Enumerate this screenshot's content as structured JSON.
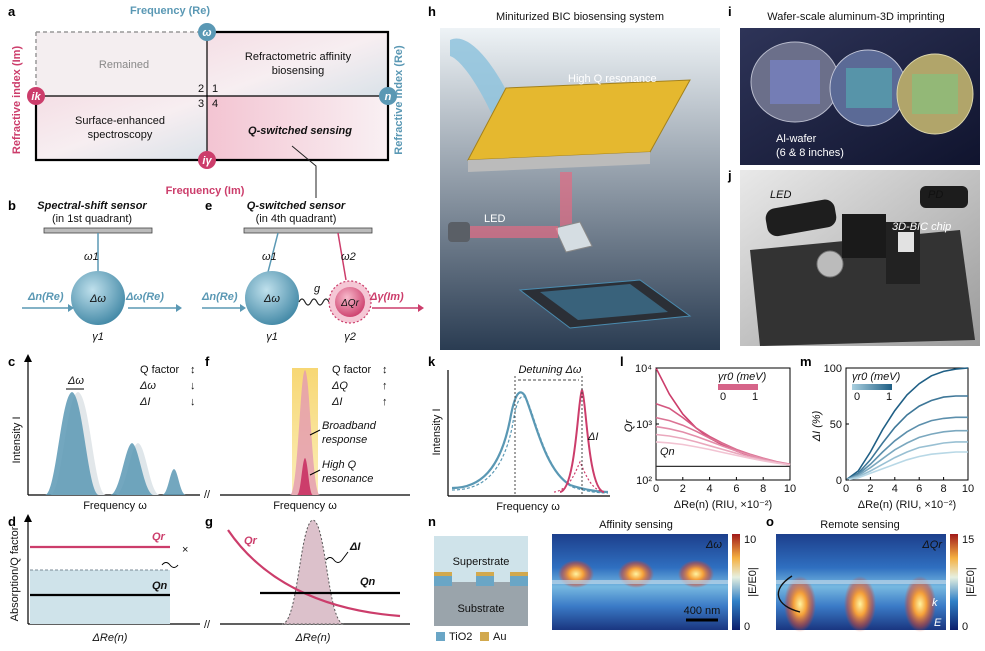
{
  "panel_labels": {
    "a": "a",
    "b": "b",
    "c": "c",
    "d": "d",
    "e": "e",
    "f": "f",
    "g": "g",
    "h": "h",
    "i": "i",
    "j": "j",
    "k": "k",
    "l": "l",
    "m": "m",
    "n": "n",
    "o": "o"
  },
  "panel_a": {
    "top_axis": "Frequency (Re)",
    "bottom_axis": "Frequency (Im)",
    "left_axis": "Refractive index (Im)",
    "right_axis": "Refractive index (Re)",
    "node_top": "ω",
    "node_left": "ik",
    "node_right": "n",
    "node_bottom": "iγ",
    "quadrants": [
      "1",
      "2",
      "3",
      "4"
    ],
    "q2_label": "Remained",
    "q1_label_1": "Refractometric affinity",
    "q1_label_2": "biosensing",
    "q3_label_1": "Surface-enhanced",
    "q3_label_2": "spectroscopy",
    "q4_label": "Q-switched sensing"
  },
  "panel_b": {
    "title": "Spectral-shift sensor",
    "subtitle": "(in 1st quadrant)",
    "omega": "ω1",
    "center": "Δω",
    "gamma": "γ1",
    "input": "Δn(Re)",
    "output": "Δω(Re)"
  },
  "panel_e": {
    "title": "Q-switched sensor",
    "subtitle": "(in 4th quadrant)",
    "omega1": "ω1",
    "omega2": "ω2",
    "coupling": "g",
    "center1": "Δω",
    "center2": "ΔQr",
    "gamma1": "γ1",
    "gamma2": "γ2",
    "input": "Δn(Re)",
    "output": "Δγ(Im)"
  },
  "panel_c": {
    "ylabel": "Intensity I",
    "xlabel": "Frequency ω",
    "shift_label": "Δω",
    "legend": [
      "Q factor",
      "Δω",
      "ΔI"
    ]
  },
  "panel_f": {
    "xlabel": "Frequency ω",
    "legend": [
      "Q factor",
      "ΔQ",
      "ΔI"
    ],
    "note1_1": "Broadband",
    "note1_2": "response",
    "note2_1": "High Q",
    "note2_2": "resonance"
  },
  "panel_d": {
    "ylabel": "Absorption/Q factor",
    "xlabel": "ΔRe(n)",
    "qr": "Qr",
    "qn": "Qn"
  },
  "panel_g": {
    "xlabel": "ΔRe(n)",
    "qr": "Qr",
    "qn": "Qn",
    "di": "ΔI"
  },
  "panel_h": {
    "title": "Miniturized BIC biosensing system",
    "label_q": "High Q resonance",
    "label_led": "LED"
  },
  "panel_i": {
    "title": "Wafer-scale aluminum-3D imprinting",
    "wafer_1": "Al-wafer",
    "wafer_2": "(6 & 8 inches)"
  },
  "panel_j": {
    "led": "LED",
    "pd": "PD",
    "chip": "3D-BIC chip"
  },
  "panel_k": {
    "ylabel": "Intensity I",
    "xlabel": "Frequency ω",
    "detuning": "Detuning Δω",
    "di": "ΔI"
  },
  "panel_n": {
    "superstrate": "Superstrate",
    "substrate": "Substrate",
    "legend_tio2": "TiO2",
    "legend_au": "Au",
    "map_title": "Affinity sensing",
    "scale_bar": "400 nm",
    "cb_max": "10",
    "cb_min": "0",
    "cb_label": "|E/E0|",
    "tag": "Δω"
  },
  "panel_o": {
    "map_title": "Remote sensing",
    "cb_max": "15",
    "cb_min": "0",
    "cb_label": "|E/E0|",
    "tag": "ΔQr",
    "k": "k",
    "e": "E"
  },
  "colors": {
    "blue": "#5a98b4",
    "pink": "#cc3d6b",
    "lightblue": "#cfe3ea",
    "lightpink": "#f5dce4"
  },
  "chart_data": [
    {
      "id": "panel_l",
      "type": "line",
      "xlabel": "ΔRe(n) (RIU, ×10⁻²)",
      "ylabel": "Qr",
      "xlim": [
        0,
        10
      ],
      "ylim": [
        100,
        10000
      ],
      "yscale": "log",
      "xticks": [
        "0",
        "2",
        "4",
        "6",
        "8",
        "10"
      ],
      "yticks": [
        "10²",
        "10³",
        "10⁴"
      ],
      "legend_title": "γr0 (meV)",
      "legend_min": "0",
      "legend_max": "1",
      "baseline_label": "Qn",
      "baseline": 175,
      "x": [
        0,
        1,
        2,
        3,
        4,
        5,
        6,
        7,
        8,
        9,
        10
      ],
      "series": [
        {
          "values": [
            10000,
            3400,
            1500,
            850,
            560,
            420,
            330,
            270,
            230,
            205,
            185
          ]
        },
        {
          "values": [
            2300,
            1900,
            1300,
            850,
            600,
            450,
            350,
            285,
            240,
            210,
            190
          ]
        },
        {
          "values": [
            1300,
            1150,
            950,
            740,
            560,
            440,
            350,
            290,
            245,
            212,
            192
          ]
        },
        {
          "values": [
            900,
            820,
            720,
            600,
            490,
            400,
            330,
            280,
            240,
            210,
            190
          ]
        },
        {
          "values": [
            650,
            610,
            550,
            480,
            410,
            350,
            300,
            260,
            228,
            205,
            187
          ]
        },
        {
          "values": [
            480,
            460,
            430,
            390,
            350,
            310,
            275,
            245,
            220,
            200,
            185
          ]
        }
      ]
    },
    {
      "id": "panel_m",
      "type": "line",
      "xlabel": "ΔRe(n) (RIU, ×10⁻²)",
      "ylabel": "ΔI (%)",
      "xlim": [
        0,
        10
      ],
      "ylim": [
        0,
        100
      ],
      "xticks": [
        "0",
        "2",
        "4",
        "6",
        "8",
        "10"
      ],
      "yticks": [
        "0",
        "50",
        "100"
      ],
      "legend_title": "γr0 (meV)",
      "legend_min": "0",
      "legend_max": "1",
      "x": [
        0,
        1,
        2,
        3,
        4,
        5,
        6,
        7,
        8,
        9,
        10
      ],
      "series": [
        {
          "values": [
            0,
            8,
            25,
            45,
            62,
            76,
            86,
            93,
            97,
            99,
            100
          ]
        },
        {
          "values": [
            0,
            6,
            18,
            33,
            47,
            58,
            66,
            71,
            74,
            75,
            75
          ]
        },
        {
          "values": [
            0,
            5,
            14,
            25,
            35,
            43,
            49,
            53,
            55,
            56,
            56
          ]
        },
        {
          "values": [
            0,
            4,
            11,
            19,
            27,
            33,
            38,
            41,
            43,
            44,
            44
          ]
        },
        {
          "values": [
            0,
            3,
            8,
            14,
            20,
            25,
            29,
            31,
            33,
            34,
            34
          ]
        },
        {
          "values": [
            0,
            2,
            6,
            10,
            14,
            18,
            21,
            23,
            24,
            25,
            25
          ]
        }
      ]
    }
  ]
}
